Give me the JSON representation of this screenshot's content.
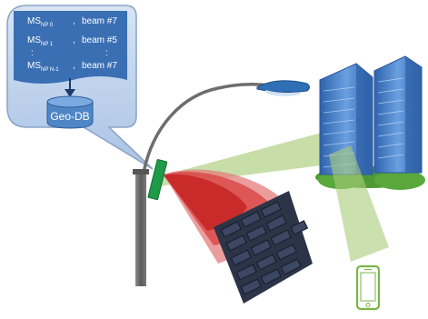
{
  "bubble": {
    "rows": [
      {
        "ms": "MS",
        "sub": "NP 0",
        "sep": ",",
        "beam": "beam #7"
      },
      {
        "ms": "MS",
        "sub": "NP 1",
        "sep": ",",
        "beam": "beam #5"
      },
      {
        "ms": "MS",
        "sub": "NP N-1",
        "sep": ",",
        "beam": "beam #7"
      }
    ],
    "dots": ":"
  },
  "db": {
    "label": "Geo-DB"
  },
  "colors": {
    "bubble_fill": "#bcd3ee",
    "bubble_stroke": "#8fa8c9",
    "card_fill": "#3a6fb4",
    "db_fill": "#4f86c6",
    "beam_red": "#d63b3b",
    "beam_green": "#a9cc7a",
    "antenna": "#1f9a48",
    "pole": "#6b6b6b",
    "wall": "#2c3447",
    "building": "#3f7fd0",
    "phone": "#7ab648"
  }
}
